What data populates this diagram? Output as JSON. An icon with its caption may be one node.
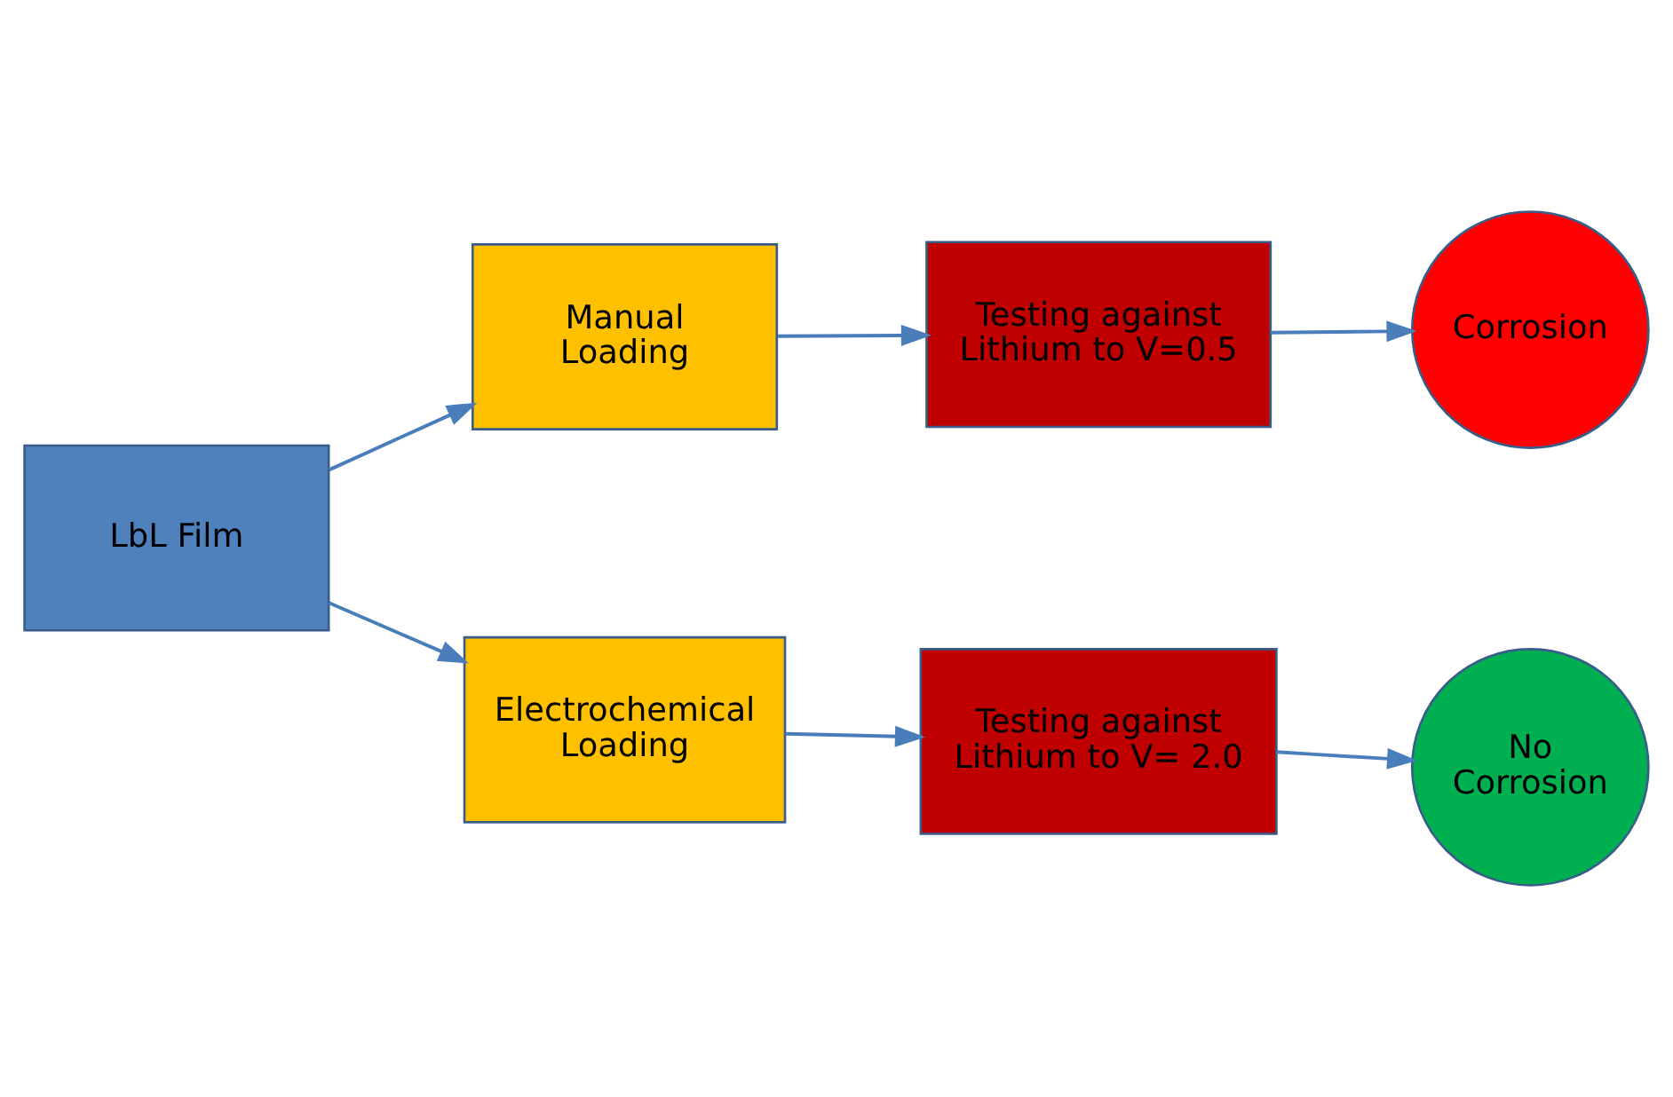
{
  "diagram": {
    "nodes": [
      {
        "text": [
          "LbL Film"
        ]
      },
      {
        "text": [
          "Manual Loading"
        ]
      },
      {
        "text": [
          "Testing against Lithium to V=0.5"
        ]
      },
      {
        "text": [
          "Corrosion"
        ]
      },
      {
        "text": [
          "Electrochemical Loading"
        ]
      },
      {
        "text": [
          "Testing against Lithium to V= 2.0"
        ]
      },
      {
        "text": [
          "No Corrosion"
        ]
      }
    ],
    "edges": [
      {
        "from": 0,
        "to": 1,
        "arrow": "to"
      },
      {
        "from": 1,
        "to": 2,
        "arrow": "to"
      },
      {
        "from": 2,
        "to": 3,
        "arrow": "to"
      },
      {
        "from": 0,
        "to": 4,
        "arrow": "to"
      },
      {
        "from": 4,
        "to": 5,
        "arrow": "to"
      },
      {
        "from": 5,
        "to": 6,
        "arrow": "to"
      }
    ]
  }
}
